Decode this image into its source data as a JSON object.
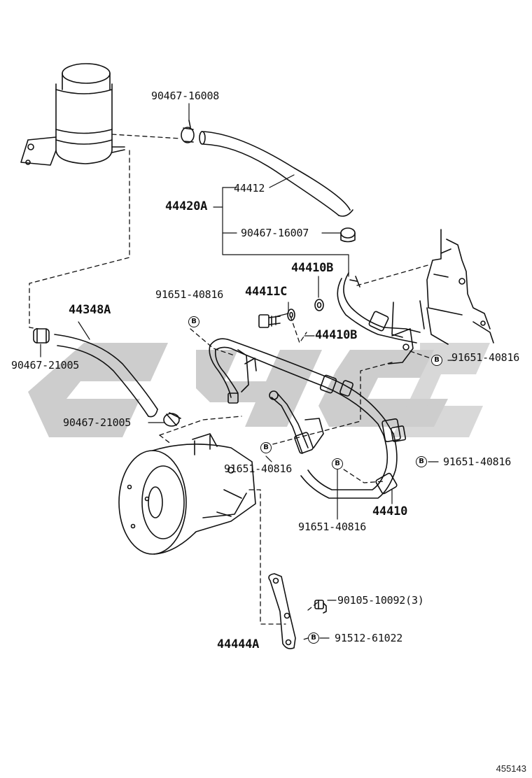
{
  "diagram": {
    "figure_number": "455143",
    "watermark_text": "cyc",
    "badge_letter": "B",
    "colors": {
      "line": "#111111",
      "watermark": "#c8c8c8",
      "background": "#ffffff"
    },
    "labels": {
      "clamp_top": "90467-16008",
      "hose_upper": "44412",
      "assembly_a": "44420A",
      "clamp_mid": "90467-16007",
      "tube_b": "44410B",
      "bolt_c": "44411C",
      "gasket_b": "44410B",
      "bolt_left": "91651-40816",
      "hose_left": "44348A",
      "clamp_left_upper": "90467-21005",
      "clamp_left_lower": "90467-21005",
      "bolt_right_upper": "91651-40816",
      "bolt_center": "91651-40816",
      "bolt_right_lower": "91651-40816",
      "bolt_bottom": "91651-40816",
      "pressure_tube": "44410",
      "bracket_bolt": "90105-10092(3)",
      "bracket": "44444A",
      "bracket_bolt_b": "91512-61022"
    }
  }
}
